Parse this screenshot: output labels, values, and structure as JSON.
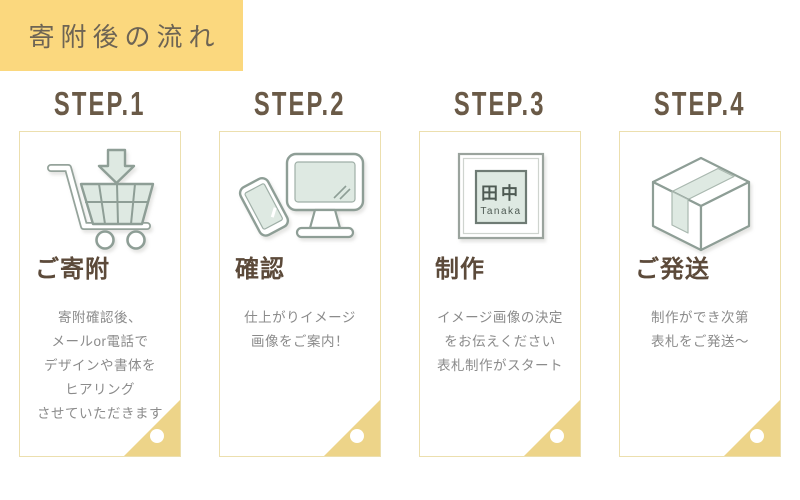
{
  "banner": {
    "title": "寄附後の流れ"
  },
  "colors": {
    "banner_bg": "#fbd87e",
    "corner_triangle": "#edd489",
    "card_border": "#ecdfae",
    "icon_fill_sage": "#dee9e2",
    "icon_stroke": "#8e9e96",
    "heading_text": "#6a5a47",
    "title_text": "#5c4a3a",
    "body_text": "#8b8b8b"
  },
  "steps": [
    {
      "heading": "STEP.1",
      "icon": "cart-icon",
      "title": "ご寄附",
      "lines": [
        "寄附確認後、",
        "メールor電話で",
        "デザインや書体を",
        "ヒアリング",
        "させていただきます"
      ]
    },
    {
      "heading": "STEP.2",
      "icon": "computer-icon",
      "title": "確認",
      "lines": [
        "仕上がりイメージ",
        "画像をご案内！"
      ]
    },
    {
      "heading": "STEP.3",
      "icon": "nameplate-icon",
      "title": "制作",
      "lines": [
        "イメージ画像の決定",
        "をお伝えください",
        "表札制作がスタート"
      ]
    },
    {
      "heading": "STEP.4",
      "icon": "box-icon",
      "title": "ご発送",
      "lines": [
        "制作ができ次第",
        "表札をご発送〜"
      ]
    }
  ],
  "nameplate": {
    "kanji": "田中",
    "romaji": "Tanaka"
  }
}
